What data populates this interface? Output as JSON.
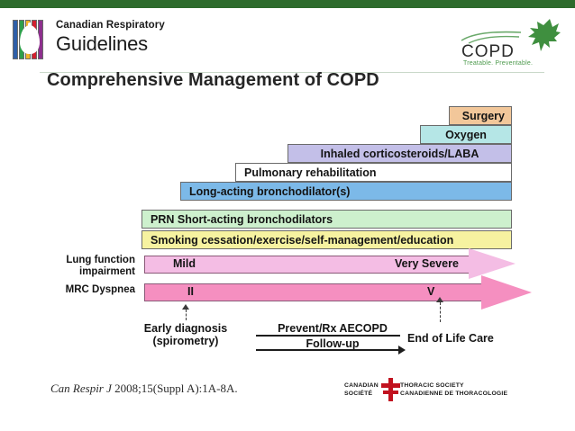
{
  "brand": {
    "logo_icon": "crg-lungs-logo",
    "line1": "Canadian Respiratory",
    "line2": "Guidelines",
    "copd_word": "COPD",
    "copd_tagline": "Treatable. Preventable.",
    "copd_leaf_icon": "maple-leaf-icon",
    "colors": {
      "top_band": "#2e6b2c",
      "leaf_green": "#3f8f3f",
      "tagline_green": "#4d9a4d"
    }
  },
  "slide": {
    "title": "Comprehensive Management of COPD"
  },
  "pyramid": {
    "steps": [
      {
        "label": "Surgery",
        "color": "#f2c79a",
        "align": "right"
      },
      {
        "label": "Oxygen",
        "color": "#b5e6e6",
        "align": "center"
      },
      {
        "label": "Inhaled corticosteroids/LABA",
        "color": "#c3bfe8",
        "align": "center"
      },
      {
        "label": "Pulmonary rehabilitation",
        "color": "#ffffff",
        "align": "left"
      },
      {
        "label": "Long-acting bronchodilator(s)",
        "color": "#7cb9e8",
        "align": "left"
      },
      {
        "label": "PRN Short-acting bronchodilators",
        "color": "#cdf0cd",
        "align": "left"
      },
      {
        "label": "Smoking cessation/exercise/self-management/education",
        "color": "#f6f2a0",
        "align": "left"
      }
    ]
  },
  "scales": [
    {
      "name": "lung-function",
      "side_label_line1": "Lung function",
      "side_label_line2": "impairment",
      "start_label": "Mild",
      "end_label": "Very Severe",
      "color": "#f4bde4"
    },
    {
      "name": "mrc-dyspnea",
      "side_label_line1": "MRC Dyspnea",
      "side_label_line2": "",
      "start_label": "II",
      "end_label": "V",
      "color": "#f58fc0"
    }
  ],
  "annotations": {
    "early_diagnosis_line1": "Early diagnosis",
    "early_diagnosis_line2": "(spirometry)",
    "prevent_line1": "Prevent/Rx AECOPD",
    "prevent_line2": "Follow-up",
    "end_of_life": "End of Life Care"
  },
  "footer": {
    "citation_journal": "Can Respir J",
    "citation_rest": " 2008;15(Suppl A):1A-8A.",
    "society": {
      "left_line1": "CANADIAN",
      "left_line2": "SOCIÉTÉ",
      "right_line1": "THORACIC SOCIETY",
      "right_line2": "CANADIENNE DE THORACOLOGIE",
      "cross_color": "#c1121f"
    }
  }
}
